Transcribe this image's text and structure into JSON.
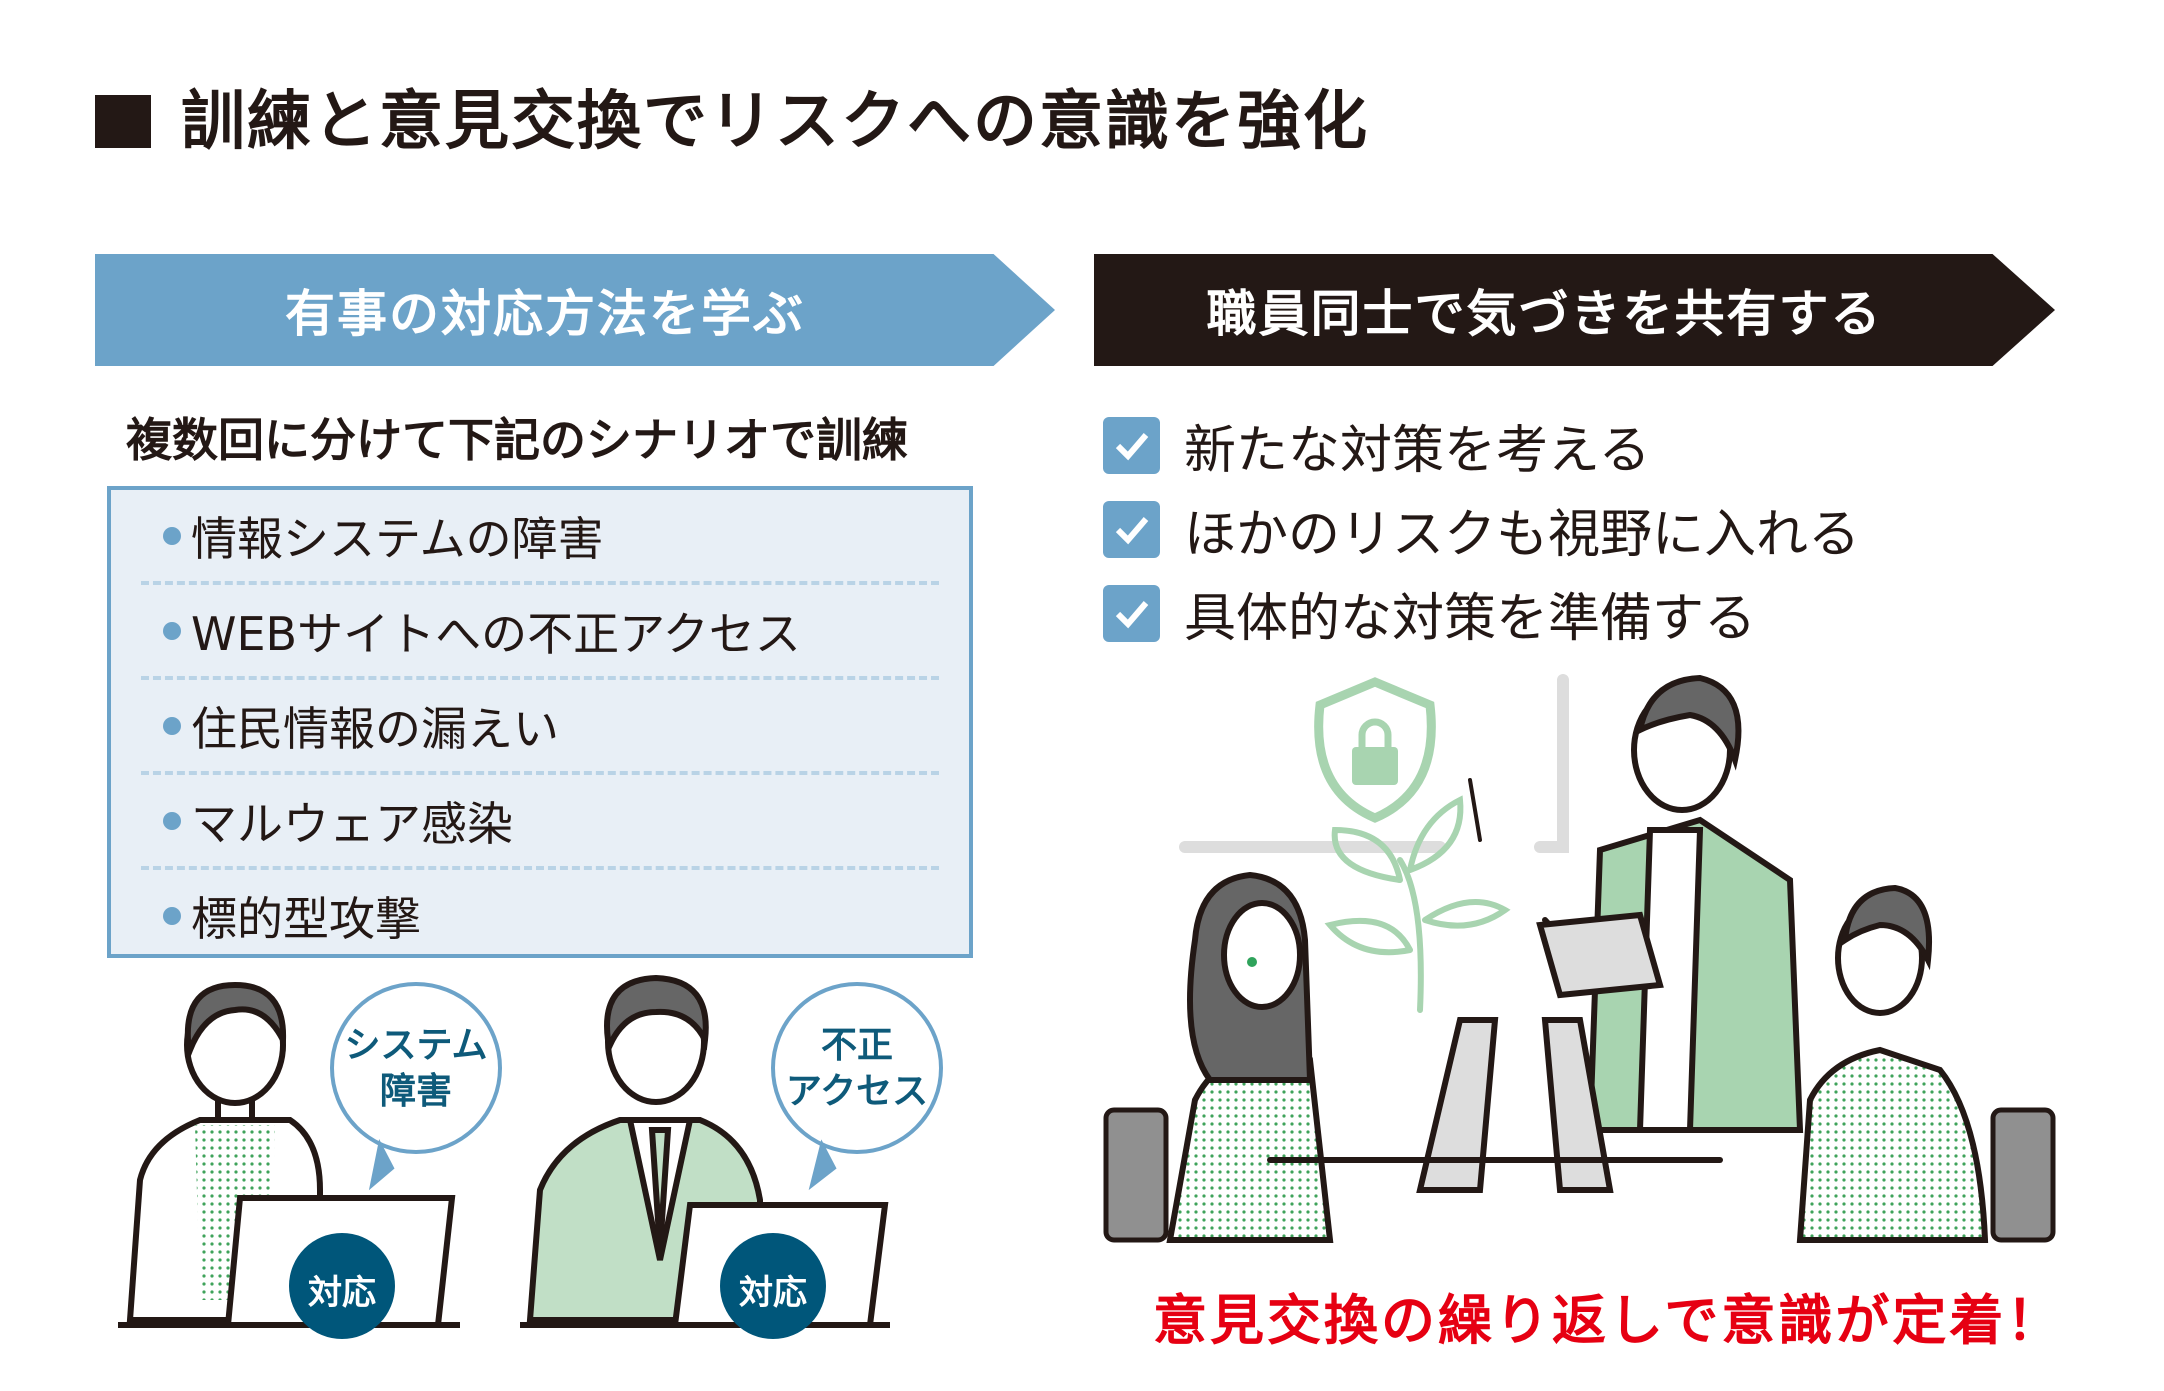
{
  "title": "訓練と意見交換でリスクへの意識を強化",
  "left": {
    "banner": "有事の対応方法を学ぶ",
    "subheading": "複数回に分けて下記のシナリオで訓練",
    "scenarios": [
      "情報システムの障害",
      "WEBサイトへの不正アクセス",
      "住民情報の漏えい",
      "マルウェア感染",
      "標的型攻撃"
    ],
    "illustration": {
      "bubble1": [
        "システム",
        "障害"
      ],
      "bubble2": [
        "不正",
        "アクセス"
      ],
      "response_badge": "対応"
    }
  },
  "right": {
    "banner": "職員同士で気づきを共有する",
    "checklist": [
      "新たな対策を考える",
      "ほかのリスクも視野に入れる",
      "具体的な対策を準備する"
    ],
    "closing": "意見交換の繰り返しで意識が定着！"
  },
  "colors": {
    "accent_blue": "#6ca3c9",
    "dark": "#231815",
    "navy": "#00567a",
    "green": "#a8d4b0",
    "red": "#e60012",
    "box_bg": "#e8eff6"
  }
}
